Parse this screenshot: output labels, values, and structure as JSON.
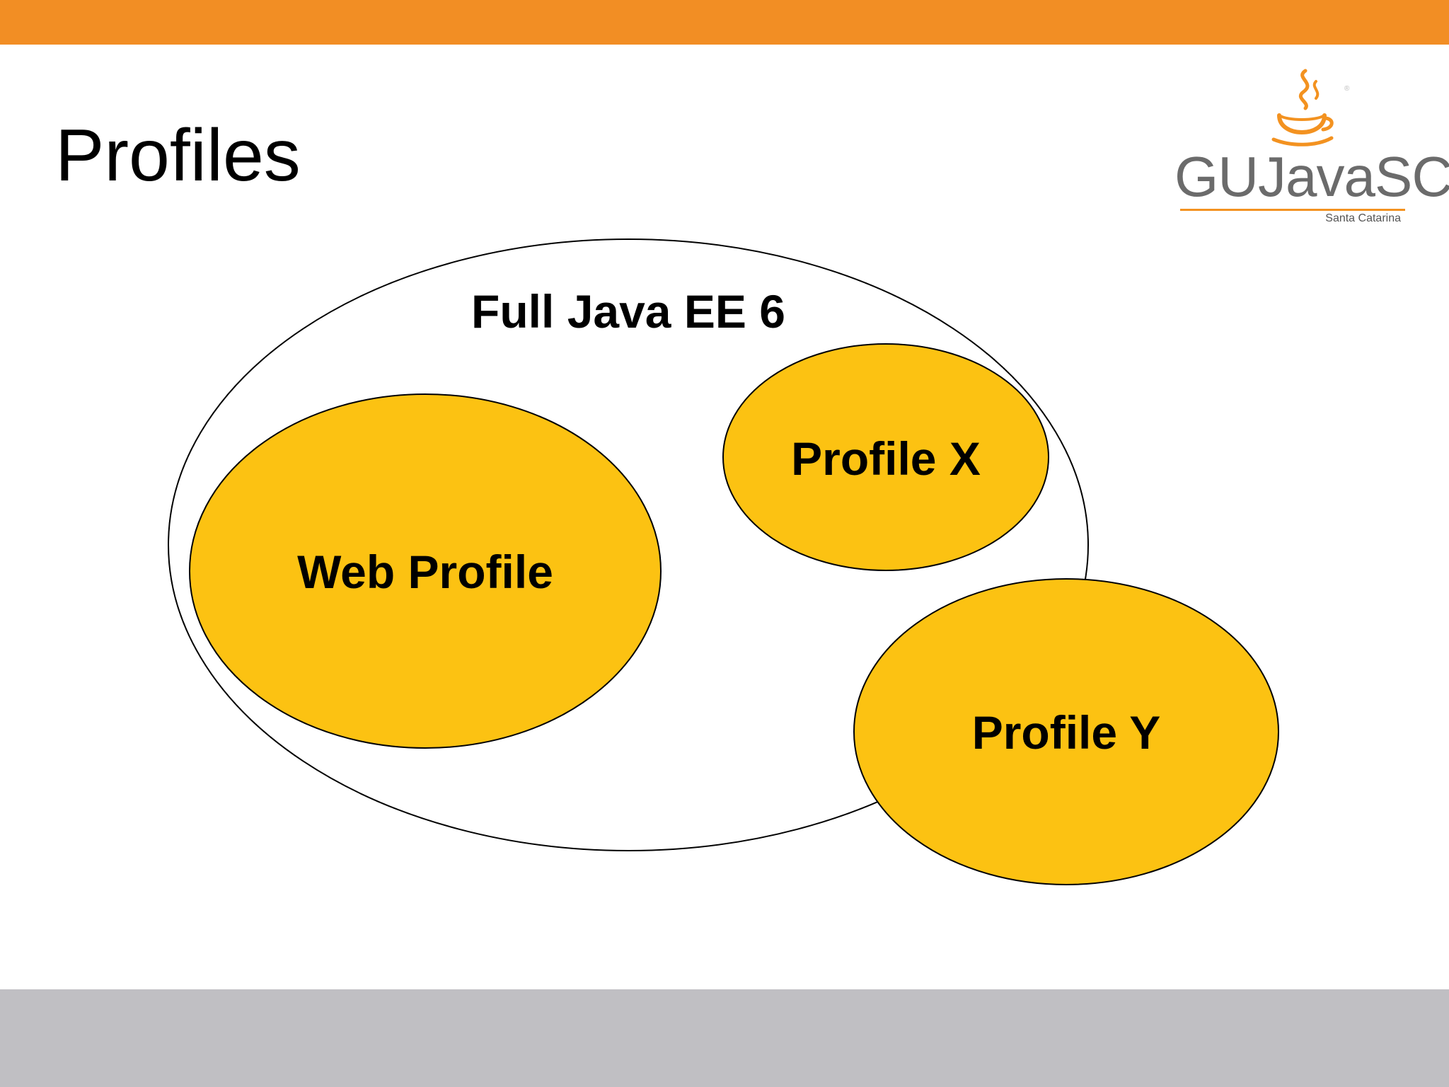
{
  "slide": {
    "title": "Profiles"
  },
  "logo": {
    "name": "GUJavaSC",
    "subtitle": "Santa Catarina",
    "accent_color": "#f39220",
    "text_color": "#6b6b6b"
  },
  "colors": {
    "top_bar": "#f28e24",
    "bottom_bar": "#c0bfc3",
    "profile_fill": "#fcc212",
    "outline": "#000000"
  },
  "diagram": {
    "container_label": "Full Java EE 6",
    "profiles": [
      {
        "label": "Web Profile"
      },
      {
        "label": "Profile X"
      },
      {
        "label": "Profile Y"
      }
    ]
  }
}
